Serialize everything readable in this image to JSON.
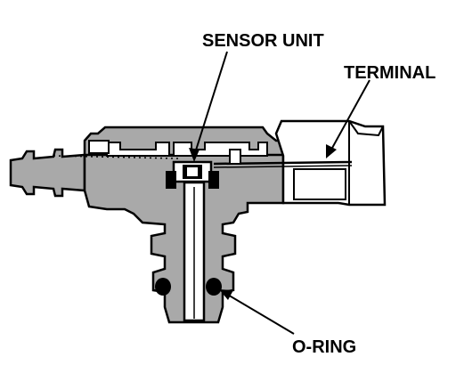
{
  "labels": {
    "sensor_unit": "SENSOR UNIT",
    "terminal": "TERMINAL",
    "o_ring": "O-RING"
  },
  "colors": {
    "body_fill": "#a9a9a9",
    "outline": "#000000",
    "background": "#ffffff"
  }
}
